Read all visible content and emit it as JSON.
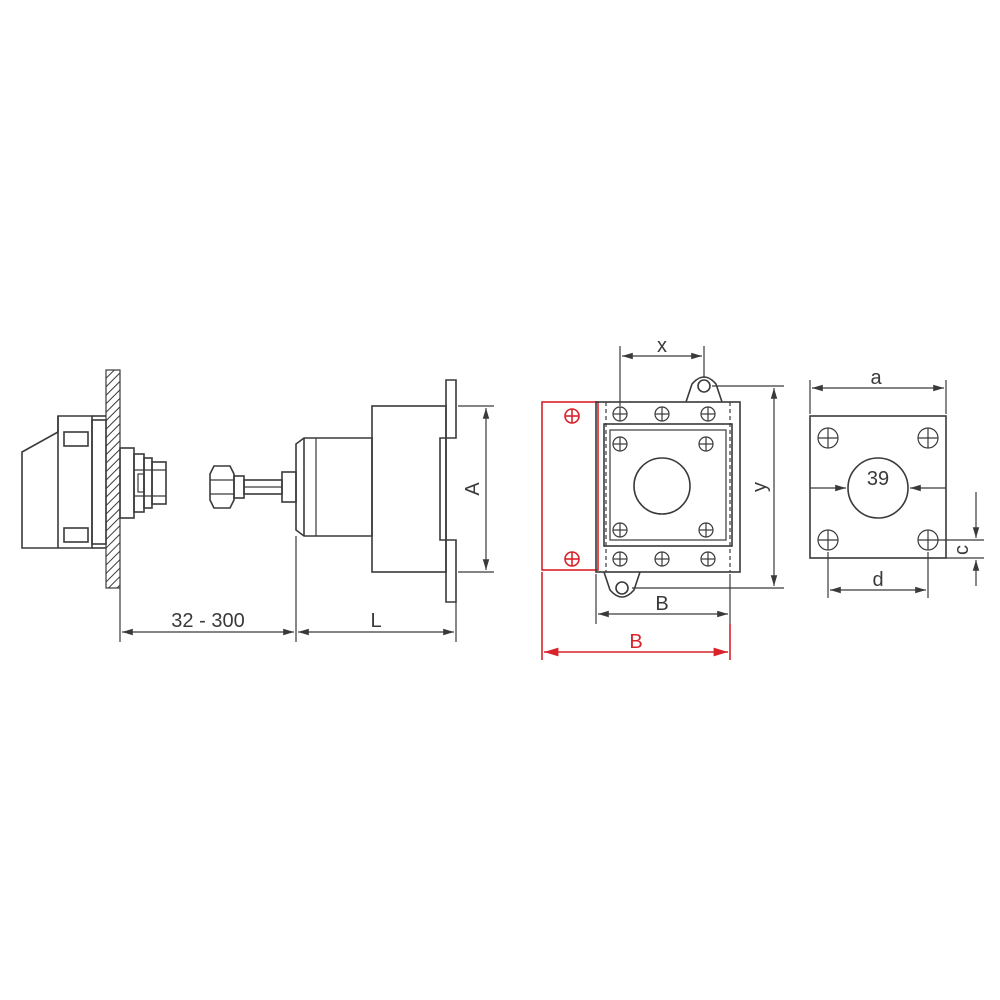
{
  "dimensions": {
    "distance_range": "32 - 300",
    "length": "L",
    "height": "A",
    "hole_spacing_x": "x",
    "flange_height": "y",
    "base_width": "B",
    "overall_width": "B",
    "plate_width": "a",
    "center_bore": "39",
    "edge_offset": "c",
    "plate_hole_spacing": "d"
  },
  "colors": {
    "line": "#3a3a3a",
    "highlight": "#d9232a"
  }
}
